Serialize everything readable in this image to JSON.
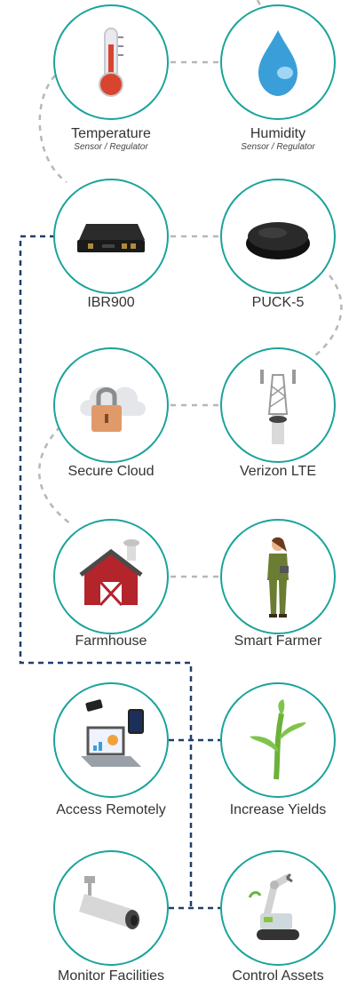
{
  "colors": {
    "ring": "#1aa39a",
    "gray_link": "#b7b7b7",
    "navy_link": "#1f3f6b"
  },
  "nodes": {
    "temperature": {
      "title": "Temperature",
      "subtitle": "Sensor / Regulator",
      "icon": "thermometer-icon"
    },
    "humidity": {
      "title": "Humidity",
      "subtitle": "Sensor / Regulator",
      "icon": "water-drop-icon"
    },
    "ibr900": {
      "title": "IBR900",
      "icon": "router-icon"
    },
    "puck5": {
      "title": "PUCK-5",
      "icon": "antenna-puck-icon"
    },
    "secure_cloud": {
      "title": "Secure Cloud",
      "icon": "cloud-lock-icon"
    },
    "verizon_lte": {
      "title": "Verizon LTE",
      "icon": "cell-tower-icon"
    },
    "farmhouse": {
      "title": "Farmhouse",
      "icon": "barn-icon"
    },
    "smart_farmer": {
      "title": "Smart Farmer",
      "icon": "farmer-icon"
    },
    "access_remotely": {
      "title": "Access Remotely",
      "icon": "devices-icon"
    },
    "increase_yields": {
      "title": "Increase Yields",
      "icon": "plant-sprout-icon"
    },
    "monitor_facilities": {
      "title": "Monitor Facilities",
      "icon": "security-camera-icon"
    },
    "control_assets": {
      "title": "Control Assets",
      "icon": "robot-arm-icon"
    }
  }
}
